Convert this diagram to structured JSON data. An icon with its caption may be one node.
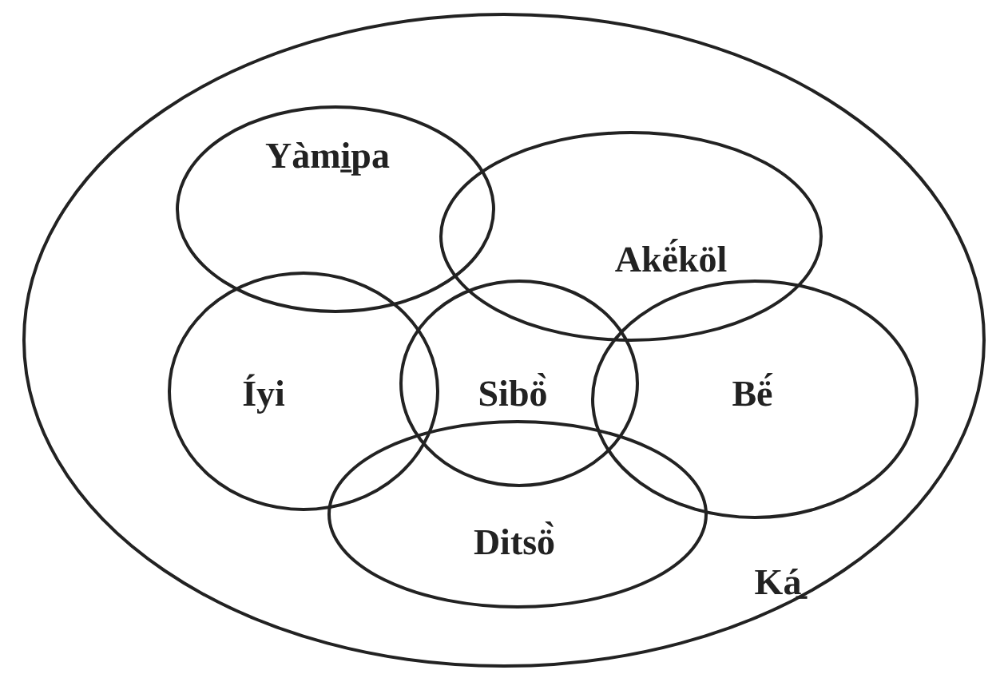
{
  "diagram": {
    "nodes": [
      {
        "text": [
          "Ká̱"
        ]
      },
      {
        "text": [
          "Yàmi̱pa"
        ],
        "in": 0
      },
      {
        "text": [
          "Akë́köl"
        ],
        "in": 0
      },
      {
        "text": [
          "Íyi"
        ],
        "in": 0
      },
      {
        "text": [
          "Sibö̀"
        ],
        "in": 0
      },
      {
        "text": [
          "Bë́"
        ],
        "in": 0
      },
      {
        "text": [
          "Ditsö̀"
        ],
        "in": 0
      }
    ]
  }
}
